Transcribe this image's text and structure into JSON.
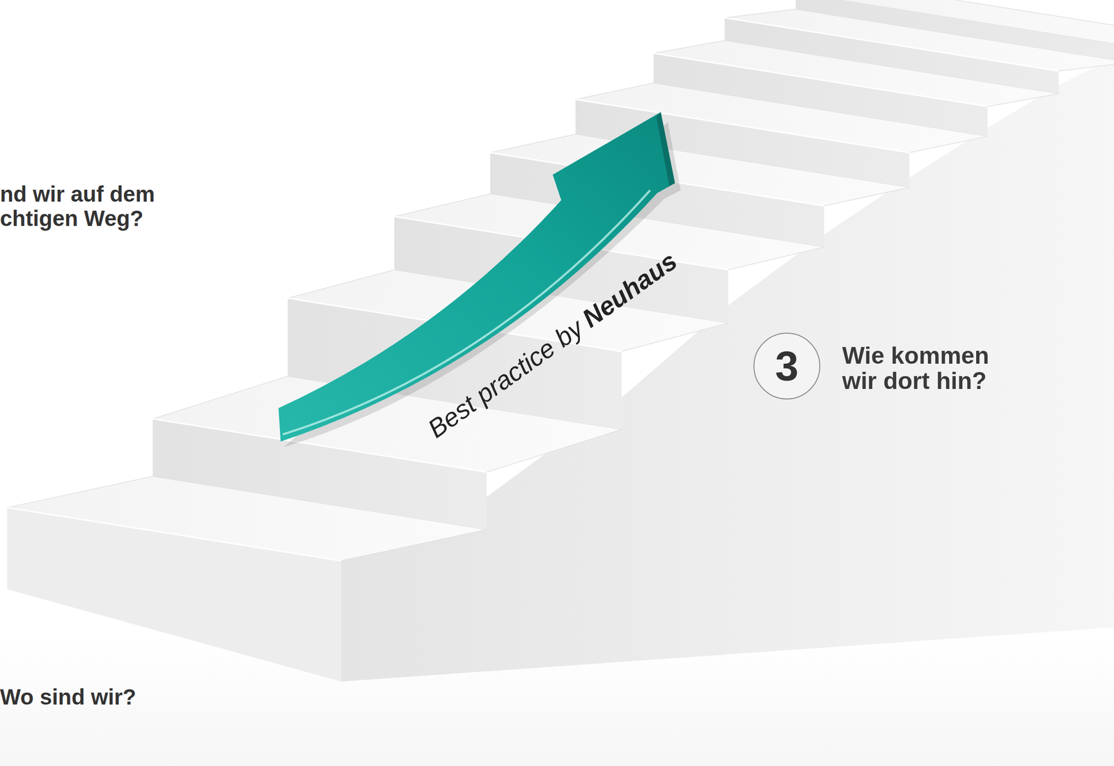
{
  "diagram": {
    "nodes": [
      {
        "text": [
          "3",
          "Wie kommen wir dort hin?"
        ]
      }
    ],
    "labels": [
      "nd wir auf dem chtigen Weg?",
      "Wo sind wir?",
      "Best practice by",
      "Neuhaus"
    ]
  }
}
